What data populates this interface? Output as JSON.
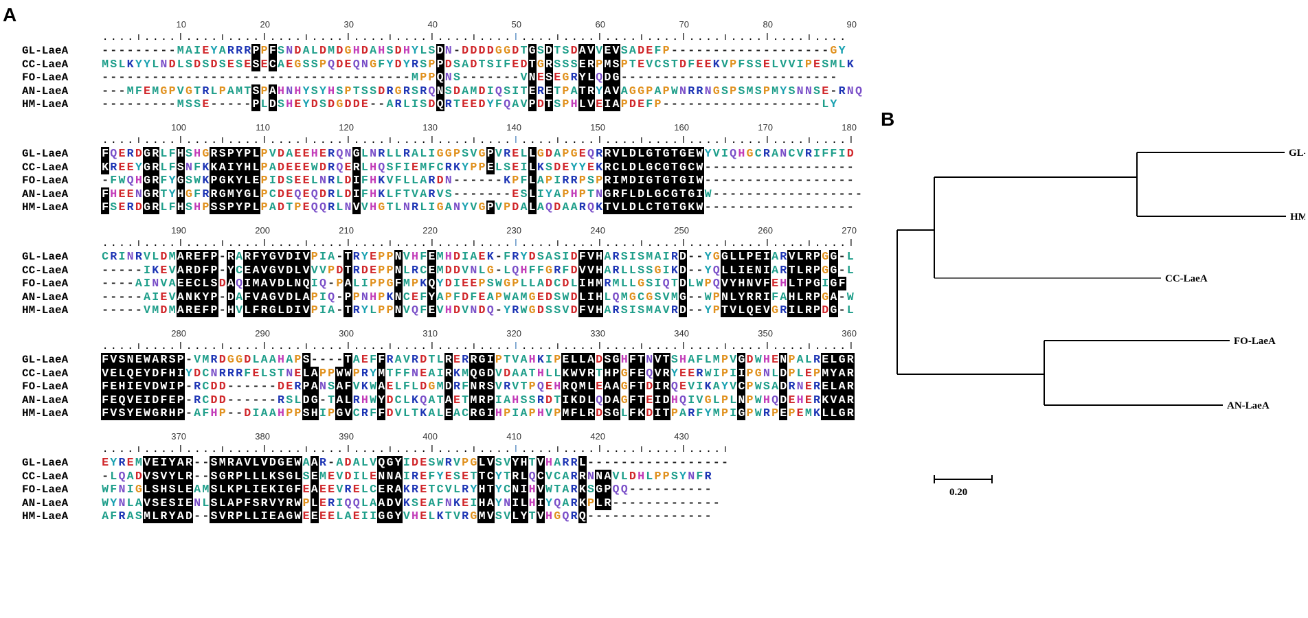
{
  "panel_labels": {
    "a": "A",
    "b": "B"
  },
  "colors": {
    "A": "#1e9e8a",
    "V": "#1e9e8a",
    "L": "#1e9e8a",
    "I": "#1e9e8a",
    "M": "#1e9e8a",
    "F": "#1e9e8a",
    "W": "#1e9e8a",
    "C": "#1e9e8a",
    "K": "#1c34b4",
    "R": "#1c34b4",
    "D": "#d0262a",
    "E": "#d0262a",
    "N": "#7a4fc8",
    "Q": "#7a4fc8",
    "S": "#1e9e8a",
    "T": "#1e9e8a",
    "H": "#c23ab8",
    "G": "#e0901c",
    "P": "#e0901c",
    "Y": "#17a0b0",
    "-": "#222222"
  },
  "blocks": [
    {
      "ruler_ticks": [
        "10",
        "20",
        "30",
        "40",
        "50",
        "60",
        "70",
        "80",
        "90"
      ],
      "rows": [
        {
          "name": "GL-LaeA",
          "seq": "---------MAIEYARRRPPFSNDALDMDGHDAHSDHYLSDN-DDDDGGDTGSDTSDAVVEVSADEFP-------------------GY"
        },
        {
          "name": "CC-LaeA",
          "seq": "MSLKYYLNDLSDSDSESESECAEGSSPQDEQNGFYDYRSPPDSADTSIFEDTGRSSSERPMSPTEVCSTDFEEKVPFSSELVVIPESMLK"
        },
        {
          "name": "FO-LaeA",
          "seq": "-------------------------------------MPPQNS-------VNESEGRYLQDG--------------------------"
        },
        {
          "name": "AN-LaeA",
          "seq": "---MFEMGPVGTRLPAMTSPAHNHYSYHSPTSSDRGRSRQNSDAMDIQSITERETPATRYAVAGGPAPWNRRNGSPSMSPMYSNNSE-RNQ"
        },
        {
          "name": "HM-LaeA",
          "seq": "---------MSSE-----PLDSHEYDSDGDDE--ARLISDQRTEEDYFQAVPDTSPHLVEIAPDEFP-------------------LY"
        }
      ]
    },
    {
      "ruler_ticks": [
        "100",
        "110",
        "120",
        "130",
        "140",
        "150",
        "160",
        "170",
        "180"
      ],
      "rows": [
        {
          "name": "GL-LaeA",
          "seq": "FQERDGRLFHSHGRSPYPLPVDAEEHERQNGLNRLLRALIGGPSVGPVRELLGDAPGEQRRVLDLGTGTGEWYVIQHGCRANCVRIFFID"
        },
        {
          "name": "CC-LaeA",
          "seq": "KREEYGRLFSNFKKAIYHLPADEEEWDRQERLHQSFIEMFCRKYPPELSEILKSDEYYEKRCLDLGCGTGCW------------------"
        },
        {
          "name": "FO-LaeA",
          "seq": "-FWQHGRFYGSWKPGKYLEPIDSEELNRLDIFHKVFLLARDN------KPFLAPIRRPSPRIMDIGTGTGIW------------------"
        },
        {
          "name": "AN-LaeA",
          "seq": "FHEENGRTYHGFRRGMYGLPCDEQEQDRLDIFHKLFTVARVS-------ESLIYAPHPTNGRFLDLGCGTGIW------------------"
        },
        {
          "name": "HM-LaeA",
          "seq": "FSERDGRLFHSHPSSPYPLPADTPEQQRLNVVHGTLNRLIGANYVGPVPDALAQDAARQKTVLDLCTGTGKW------------------"
        }
      ]
    },
    {
      "ruler_ticks": [
        "190",
        "200",
        "210",
        "220",
        "230",
        "240",
        "250",
        "260",
        "270"
      ],
      "rows": [
        {
          "name": "GL-LaeA",
          "seq": "CRINRVLDMAREFP-RARFYGVDIVPIA-TRYEPPNVHFEMHDIAEK-FRYDSASIDFVHARSISMAIRD--YGGLLPEIARVLRPGG-L"
        },
        {
          "name": "CC-LaeA",
          "seq": "-----IKEVARDFP-YCEAVGVDLVVVPDTRDEPPNLRCEMDDVNLG-LQHFFGRFDVVHARLLSSGIKD--YQLLIENIARTLRPGG-L"
        },
        {
          "name": "FO-LaeA",
          "seq": "----AINVAEECLSDAQIMAVDLNQIQ-PALIPPGFMPKQYDIEEPSWGPLLADCDLIHMRMLLGSIQTDLWPQVYHNVFEHLTPGIGF"
        },
        {
          "name": "AN-LaeA",
          "seq": "-----AIEVANKYP-DAFVAGVDLAPIQ-PPNHPKNCEFYAPFDFEAPWAMGEDSWDLIHLQMGCGSVMG--WPNLYRRIFAHLRPGA-W"
        },
        {
          "name": "HM-LaeA",
          "seq": "-----VMDMAREFP-HVLFRGLDIVPIA-TRYLPPNVQFEVHDVNDQ-YRWGDSSVDFVHARSISMAVRD--YPTVLQEVGRILRPDG-L"
        }
      ]
    },
    {
      "ruler_ticks": [
        "280",
        "290",
        "300",
        "310",
        "320",
        "330",
        "340",
        "350",
        "360"
      ],
      "rows": [
        {
          "name": "GL-LaeA",
          "seq": "FVSNEWARSP-VMRDGGDLAAHAPS----TAEFFRAVRDTLRERRGIPTVAHKIPELLADSGHFTNVTSHAFLMPVGDWHENPALRELGR"
        },
        {
          "name": "CC-LaeA",
          "seq": "VELQEYDFHIYDCNRRRFELSTNELAPPWWPRYMTFFNEAIRKMQGDVDAATHLLKWVRTHPGFEQVRYEERWIPIIPGNLDPLEPMYAR"
        },
        {
          "name": "FO-LaeA",
          "seq": "FEHIEVDWIP-RCDD------DERPANSAFVKWAELFLDGMDRFNRSVRVTPQEHRQMLEAAGFTDIRQEVIKAYVCPWSADRNERELAR"
        },
        {
          "name": "AN-LaeA",
          "seq": "FEQVEIDFEP-RCDD------RSLDG-TALRHWYDCLKQATAETMRPIAHSSRDTIKDLQDAGFTEIDHQIVGLPLNPWHQDEHERKVAR"
        },
        {
          "name": "HM-LaeA",
          "seq": "FVSYEWGRHP-AFHP--DIAAHPPSHIPGVCRFFDVLTKALEACRGIHPIAPHVPMFLRDSGLFKDITPARFYMPIGPWRPEPEMKLLGR"
        }
      ]
    },
    {
      "ruler_ticks": [
        "370",
        "380",
        "390",
        "400",
        "410",
        "420",
        "430"
      ],
      "rows": [
        {
          "name": "GL-LaeA",
          "seq": "EYREMVEIYAR--SMRAVLVDGEWAAR-ADALVQGYIDESWRVPGLVSVYHTVHARRL-----------------"
        },
        {
          "name": "CC-LaeA",
          "seq": "-LQADVSVYLR--SGRPLLLKSGLSEMEVDILENNAIREFYESETTCYTRLQCVCARRNNAVLDHLPPSYNFR"
        },
        {
          "name": "FO-LaeA",
          "seq": "WFNIGLSHSLEAMSLKPLIEKIGFEAEEVRELCERAKRETCVLRYHTYCNIHVWTARKSGPQQ----------"
        },
        {
          "name": "AN-LaeA",
          "seq": "WYNLAVSESIENLSLAPFSRVYRWPLERIQQLAADVKSEAFNKEIHAYNILHIYQARKPLR-------------"
        },
        {
          "name": "HM-LaeA",
          "seq": "AFRASMLRYAD--SVRPLLIEAGWEEEELAEIIGGYVHELKTVRGMVSVLYTVHGQRQ---------------"
        }
      ]
    }
  ],
  "tree": {
    "leaves": [
      "GL-LaeA",
      "HM-LaeA",
      "CC-LaeA",
      "FO-LaeA",
      "AN-LaeA"
    ],
    "scale_label": "0.20"
  }
}
